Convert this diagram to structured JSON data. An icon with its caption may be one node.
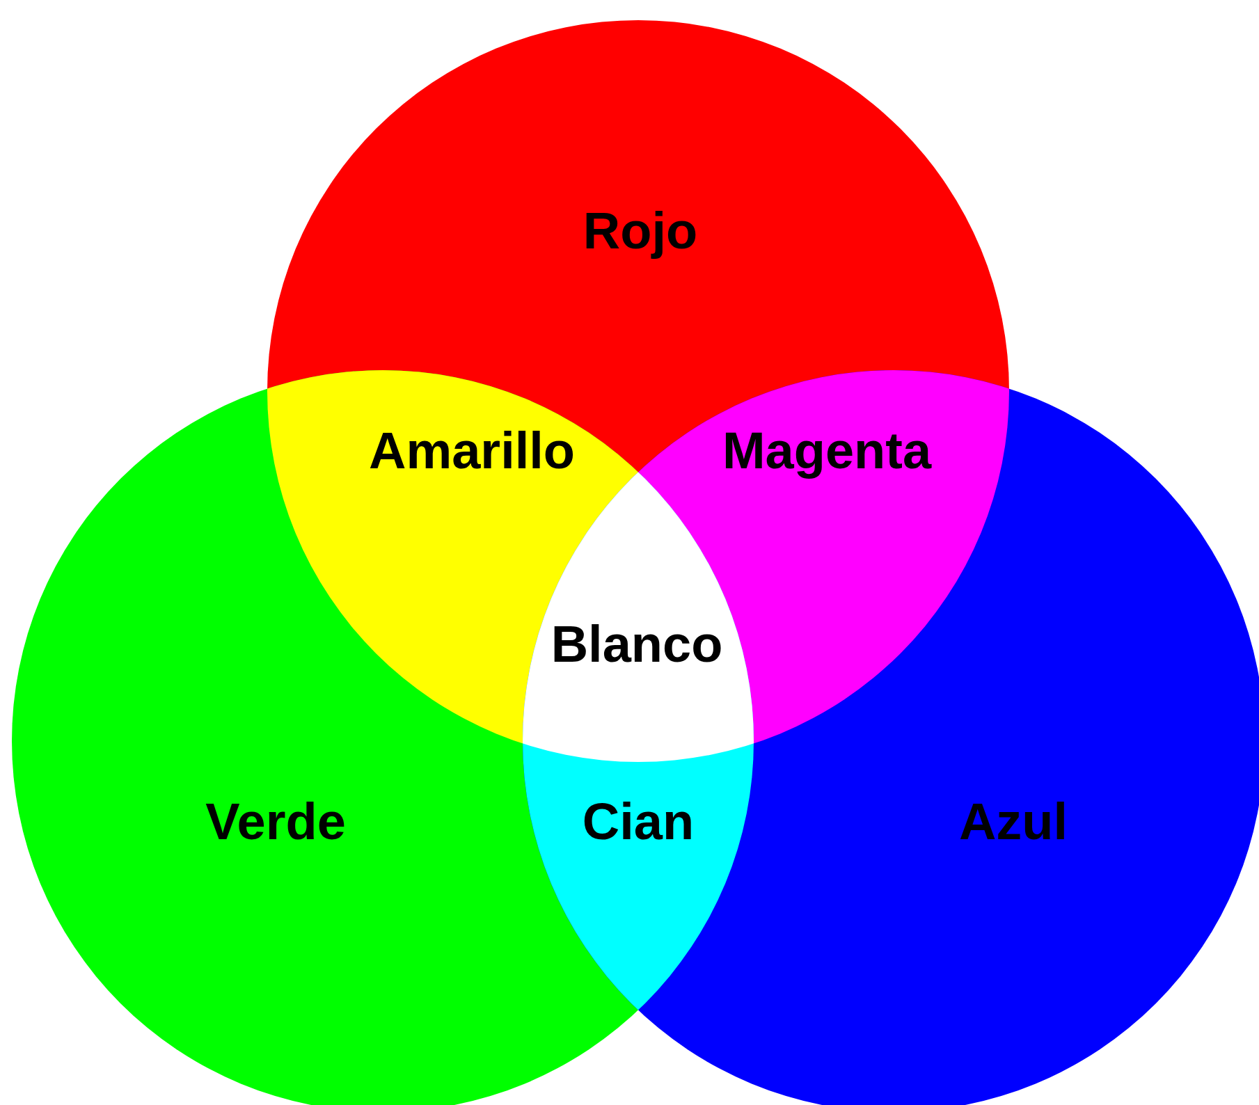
{
  "diagram": {
    "nodes": [
      {
        "text": [
          "Rojo"
        ]
      },
      {
        "text": [
          "Verde"
        ]
      },
      {
        "text": [
          "Azul"
        ]
      }
    ],
    "edges": [],
    "labels": [
      "Amarillo",
      "Magenta",
      "Blanco",
      "Cian"
    ]
  }
}
